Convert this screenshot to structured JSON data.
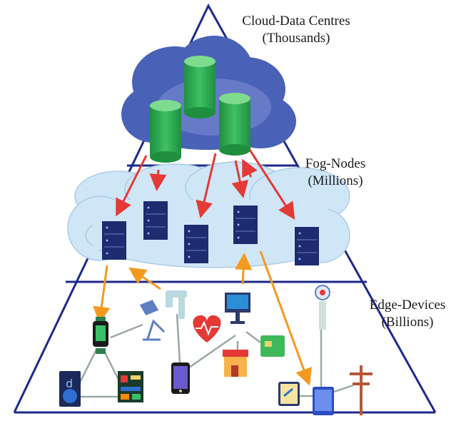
{
  "tiers": {
    "cloud": {
      "title": "Cloud-Data Centres",
      "count": "(Thousands)"
    },
    "fog": {
      "title": "Fog-Nodes",
      "count": "(Millions)"
    },
    "edge": {
      "title": "Edge-Devices",
      "count": "(Billions)"
    }
  },
  "colors": {
    "pyramid_line": "#1b2a8a",
    "cloud_dark": "#4a61b8",
    "cloud_light": "#cfe6f7",
    "database": "#2fa84f",
    "server": "#1d2c6e",
    "cloud_to_fog_arrow": "#e53935",
    "fog_to_edge_arrow": "#f39a1e",
    "device_link": "#9aa9a0"
  },
  "edge_devices": [
    "smartwatch-icon",
    "desk-lamp-icon",
    "faucet-icon",
    "heart-rate-icon",
    "monitor-icon",
    "smart-meter-icon",
    "gps-tracker-icon",
    "speaker-icon",
    "circuit-board-icon",
    "smartphone-icon",
    "shop-icon",
    "tablet-icon",
    "map-icon",
    "power-pole-icon"
  ]
}
